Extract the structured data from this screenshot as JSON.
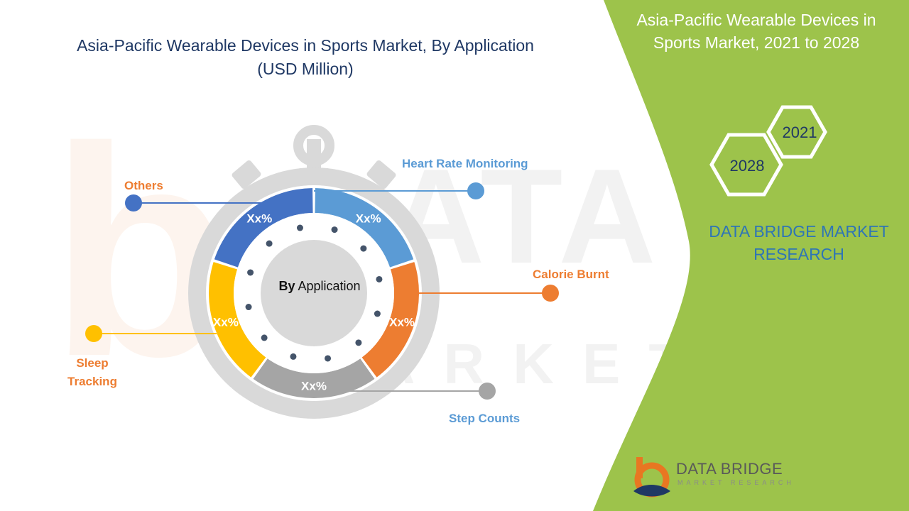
{
  "chart_data": {
    "type": "pie",
    "title": "Asia-Pacific Wearable Devices in Sports Market, By Application",
    "subtitle": "(USD Million)",
    "center_label_bold": "By",
    "center_label": "Application",
    "categories": [
      "Heart Rate Monitoring",
      "Calorie Burnt",
      "Step Counts",
      "Sleep Tracking",
      "Others"
    ],
    "label_lines": [
      [
        "Heart Rate Monitoring"
      ],
      [
        "Calorie Burnt"
      ],
      [
        "Step Counts"
      ],
      [
        "Sleep",
        "Tracking"
      ],
      [
        "Others"
      ]
    ],
    "values": [
      20,
      20,
      20,
      20,
      20
    ],
    "value_labels": [
      "Xx%",
      "Xx%",
      "Xx%",
      "Xx%",
      "Xx%"
    ],
    "colors": [
      "#5b9bd5",
      "#ed7d31",
      "#a5a5a5",
      "#ffc000",
      "#4472c4"
    ],
    "label_colors": [
      "#5b9bd5",
      "#ed7d31",
      "#5b9bd5",
      "#ed7d31",
      "#ed7d31"
    ],
    "legend": "none"
  },
  "side_panel": {
    "title": "Asia-Pacific Wearable Devices in Sports Market, 2021 to 2028",
    "year_start": "2021",
    "year_end": "2028",
    "brand_name": "DATA BRIDGE MARKET RESEARCH",
    "accent_color": "#9dc34b"
  },
  "logo": {
    "name": "DATA BRIDGE",
    "tagline": "MARKET RESEARCH"
  }
}
